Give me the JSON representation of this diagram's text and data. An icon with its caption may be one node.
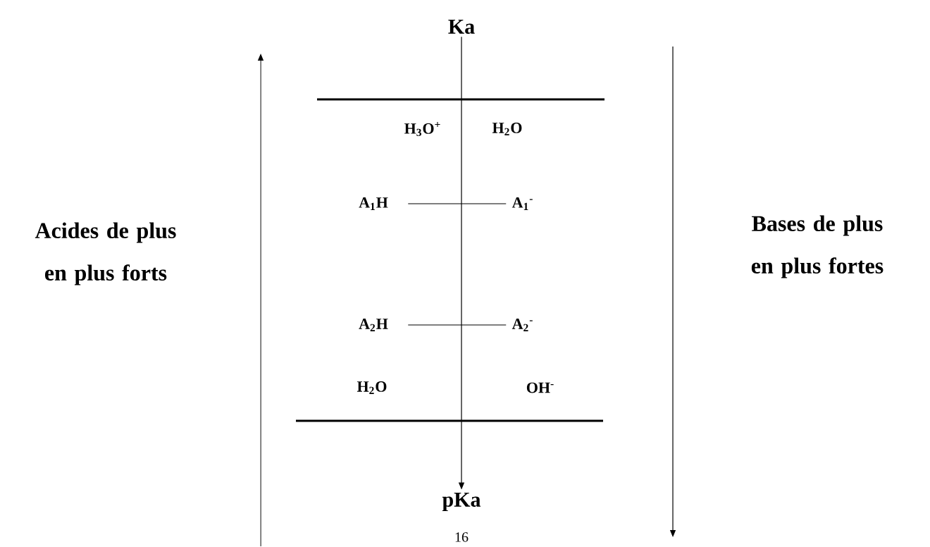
{
  "diagram": {
    "nodes": [
      {
        "text": [
          "Ka"
        ]
      },
      {
        "text": [
          "pKa"
        ]
      },
      {
        "text": [
          "A$_{1}$H"
        ]
      },
      {
        "text": [
          "A$_{1}$$^{-}$"
        ]
      },
      {
        "text": [
          "A$_{2}$H"
        ]
      },
      {
        "text": [
          "A$_{2}$$^{-}$"
        ]
      }
    ],
    "edges": [
      {
        "from": 0,
        "to": 1,
        "arrow": "to"
      },
      {
        "from": 2,
        "to": 3,
        "arrow": "none"
      },
      {
        "from": 4,
        "to": 5,
        "arrow": "none"
      }
    ],
    "labels": [
      "H$_{3}$O$^{+}$",
      "H$_{2}$O",
      "Acides de plus en plus forts",
      "Bases de plus en plus fortes",
      "H$_{2}$O",
      "OH$^{-}$",
      "16"
    ]
  }
}
